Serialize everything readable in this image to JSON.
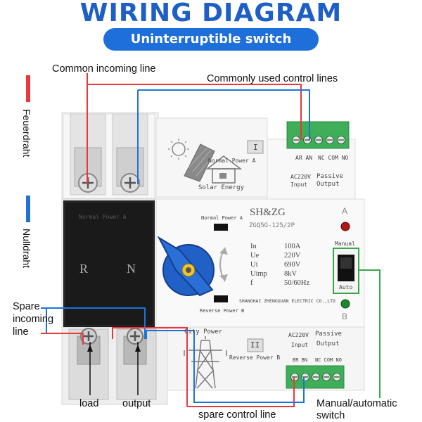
{
  "title": "WIRING DIAGRAM",
  "subtitle": "Uninterruptible switch",
  "legend": {
    "live_label": "Feuerdraht",
    "live_color": "#e8383d",
    "neutral_label": "Nulldraht",
    "neutral_color": "#1f73d6"
  },
  "callouts": {
    "common_incoming": "Common incoming line",
    "control_lines": "Commonly used control lines",
    "spare_incoming_line1": "Spare",
    "spare_incoming_line2": "incoming",
    "spare_incoming_line3": "line",
    "load": "load",
    "output": "output",
    "spare_control": "spare control line",
    "manual_auto_line1": "Manual/automatic",
    "manual_auto_line2": "switch"
  },
  "device": {
    "brand": "SH&ZG",
    "model": "ZGQ5G-125/2P",
    "normal_power_a": "Normal Power A",
    "reverse_power_b": "Reverse Power B",
    "roman_one": "I",
    "roman_two": "II",
    "solar_energy": "Solar Energy",
    "city_power": "City Power",
    "manufacturer": "SHANGHAI ZHENGGUAN ELECTRIC CO.,LTD",
    "handle_label_r": "R",
    "handle_label_n": "N",
    "pole_text_top": "Normal Power A",
    "indicator_a": "A",
    "indicator_b": "B",
    "manual": "Manual",
    "auto": "Auto",
    "top_terminal_codes": "AR AN",
    "top_terminal_ncno": "NC COM NO",
    "top_input": "AC220V\nInput",
    "top_passive": "Passive\nOutput",
    "bottom_ac": "AC220V",
    "bottom_input": "Input",
    "bottom_passive": "Passive",
    "bottom_output": "Output",
    "bottom_codes": "BR BN",
    "bottom_ncno": "NC COM NO",
    "specs": [
      {
        "k": "In",
        "v": "100A"
      },
      {
        "k": "Ue",
        "v": "220V"
      },
      {
        "k": "Ui",
        "v": "690V"
      },
      {
        "k": "Uimp",
        "v": "8kV"
      },
      {
        "k": "f",
        "v": "50/60Hz"
      }
    ]
  },
  "colors": {
    "title_blue": "#1d5fc7",
    "pill_blue": "#1e6fd9",
    "wire_red": "#e8383d",
    "wire_blue": "#1f73d6",
    "highlight_green": "#3aa64a",
    "terminal_green": "#3fae59",
    "handle_blue": "#1c5fc5"
  }
}
